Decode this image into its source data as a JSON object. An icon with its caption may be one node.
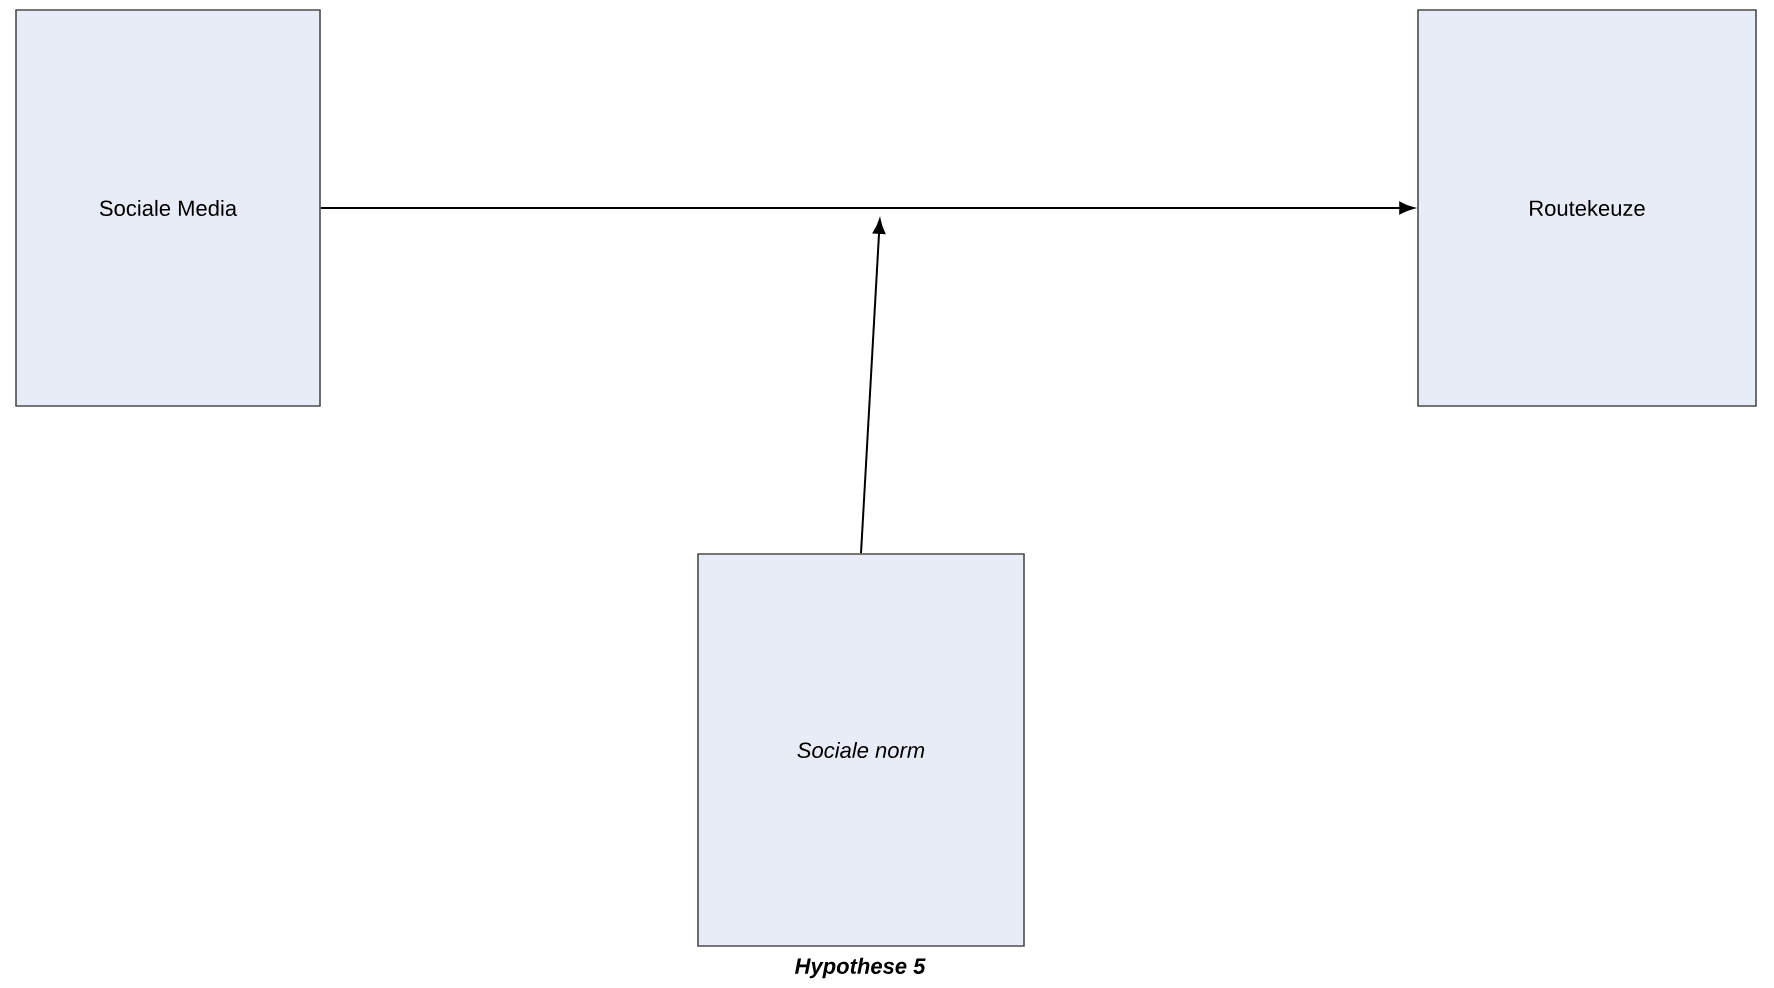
{
  "diagram": {
    "caption": "Hypothese 5",
    "nodes": [
      {
        "text": [
          "Sociale Media"
        ]
      },
      {
        "text": [
          "Routekeuze"
        ]
      },
      {
        "text": [
          "Sociale norm"
        ]
      }
    ],
    "edges": [
      {
        "from": 0,
        "to": 1,
        "arrow": "to"
      },
      {
        "from": 2,
        "to": null,
        "arrow": "to"
      }
    ]
  }
}
